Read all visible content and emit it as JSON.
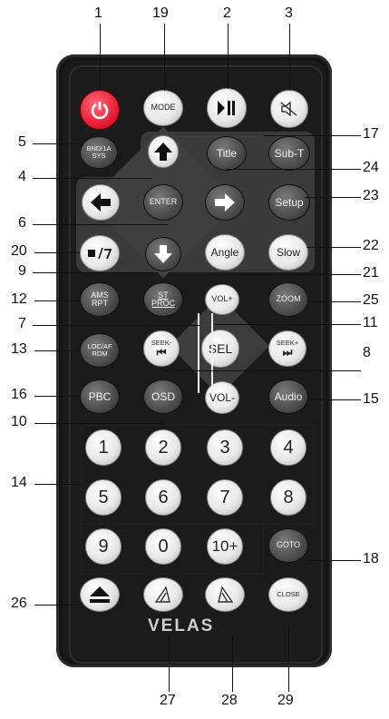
{
  "remote": {
    "brand": "VELAS",
    "buttons": {
      "mode": "MODE",
      "bnd_sys": "BND/1A\nSYS",
      "title": "Title",
      "sub_t": "Sub-T",
      "enter": "ENTER",
      "setup": "Setup",
      "angle": "Angle",
      "slow": "Slow",
      "ams_rpt": "AMS\nRPT",
      "st_proc": "ST\nPROC",
      "vol_plus": "VOL+",
      "vol_minus": "VOL-",
      "sel": "SEL",
      "zoom": "ZOOM",
      "loc_rdm": "LOC/AF\nRDM",
      "seek_minus": "SEEK-",
      "seek_plus": "SEEK+",
      "pbc": "PBC",
      "osd": "OSD",
      "audio": "Audio",
      "goto": "GOTO",
      "close": "CLOSE",
      "digits": [
        "1",
        "2",
        "3",
        "4",
        "5",
        "6",
        "7",
        "8",
        "9",
        "0",
        "10+"
      ]
    }
  },
  "callouts": [
    "1",
    "19",
    "2",
    "3",
    "5",
    "17",
    "4",
    "24",
    "23",
    "6",
    "20",
    "22",
    "9",
    "21",
    "12",
    "25",
    "7",
    "11",
    "13",
    "8",
    "16",
    "15",
    "10",
    "14",
    "18",
    "26",
    "27",
    "28",
    "29"
  ],
  "colors": {
    "body": "#1b1b1b",
    "power": "#e81e37",
    "white_button": "#eeeeee",
    "gray_button": "#4b4b4b"
  }
}
